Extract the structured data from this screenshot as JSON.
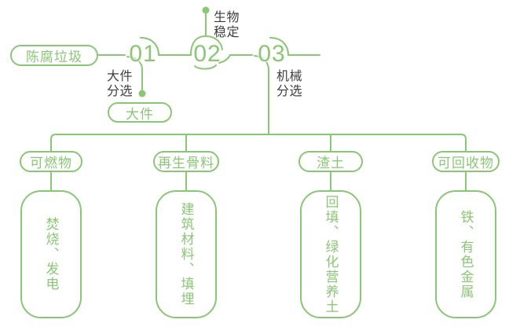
{
  "colors": {
    "green": "#8ac675",
    "label_text": "#3e3e3e",
    "background": "#ffffff"
  },
  "diagram": {
    "source": {
      "label": "陈腐垃圾"
    },
    "stages": [
      {
        "number": "01",
        "label": "大件\n分选",
        "output": "大件"
      },
      {
        "number": "02",
        "label": "生物\n稳定"
      },
      {
        "number": "03",
        "label": "机械\n分选"
      }
    ],
    "branches": [
      {
        "category": "可燃物",
        "result": "焚烧、发电"
      },
      {
        "category": "再生骨料",
        "result": "建筑材料、填埋"
      },
      {
        "category": "渣土",
        "result": "回填、绿化营养土"
      },
      {
        "category": "可回收物",
        "result": "铁、有色金属"
      }
    ]
  }
}
